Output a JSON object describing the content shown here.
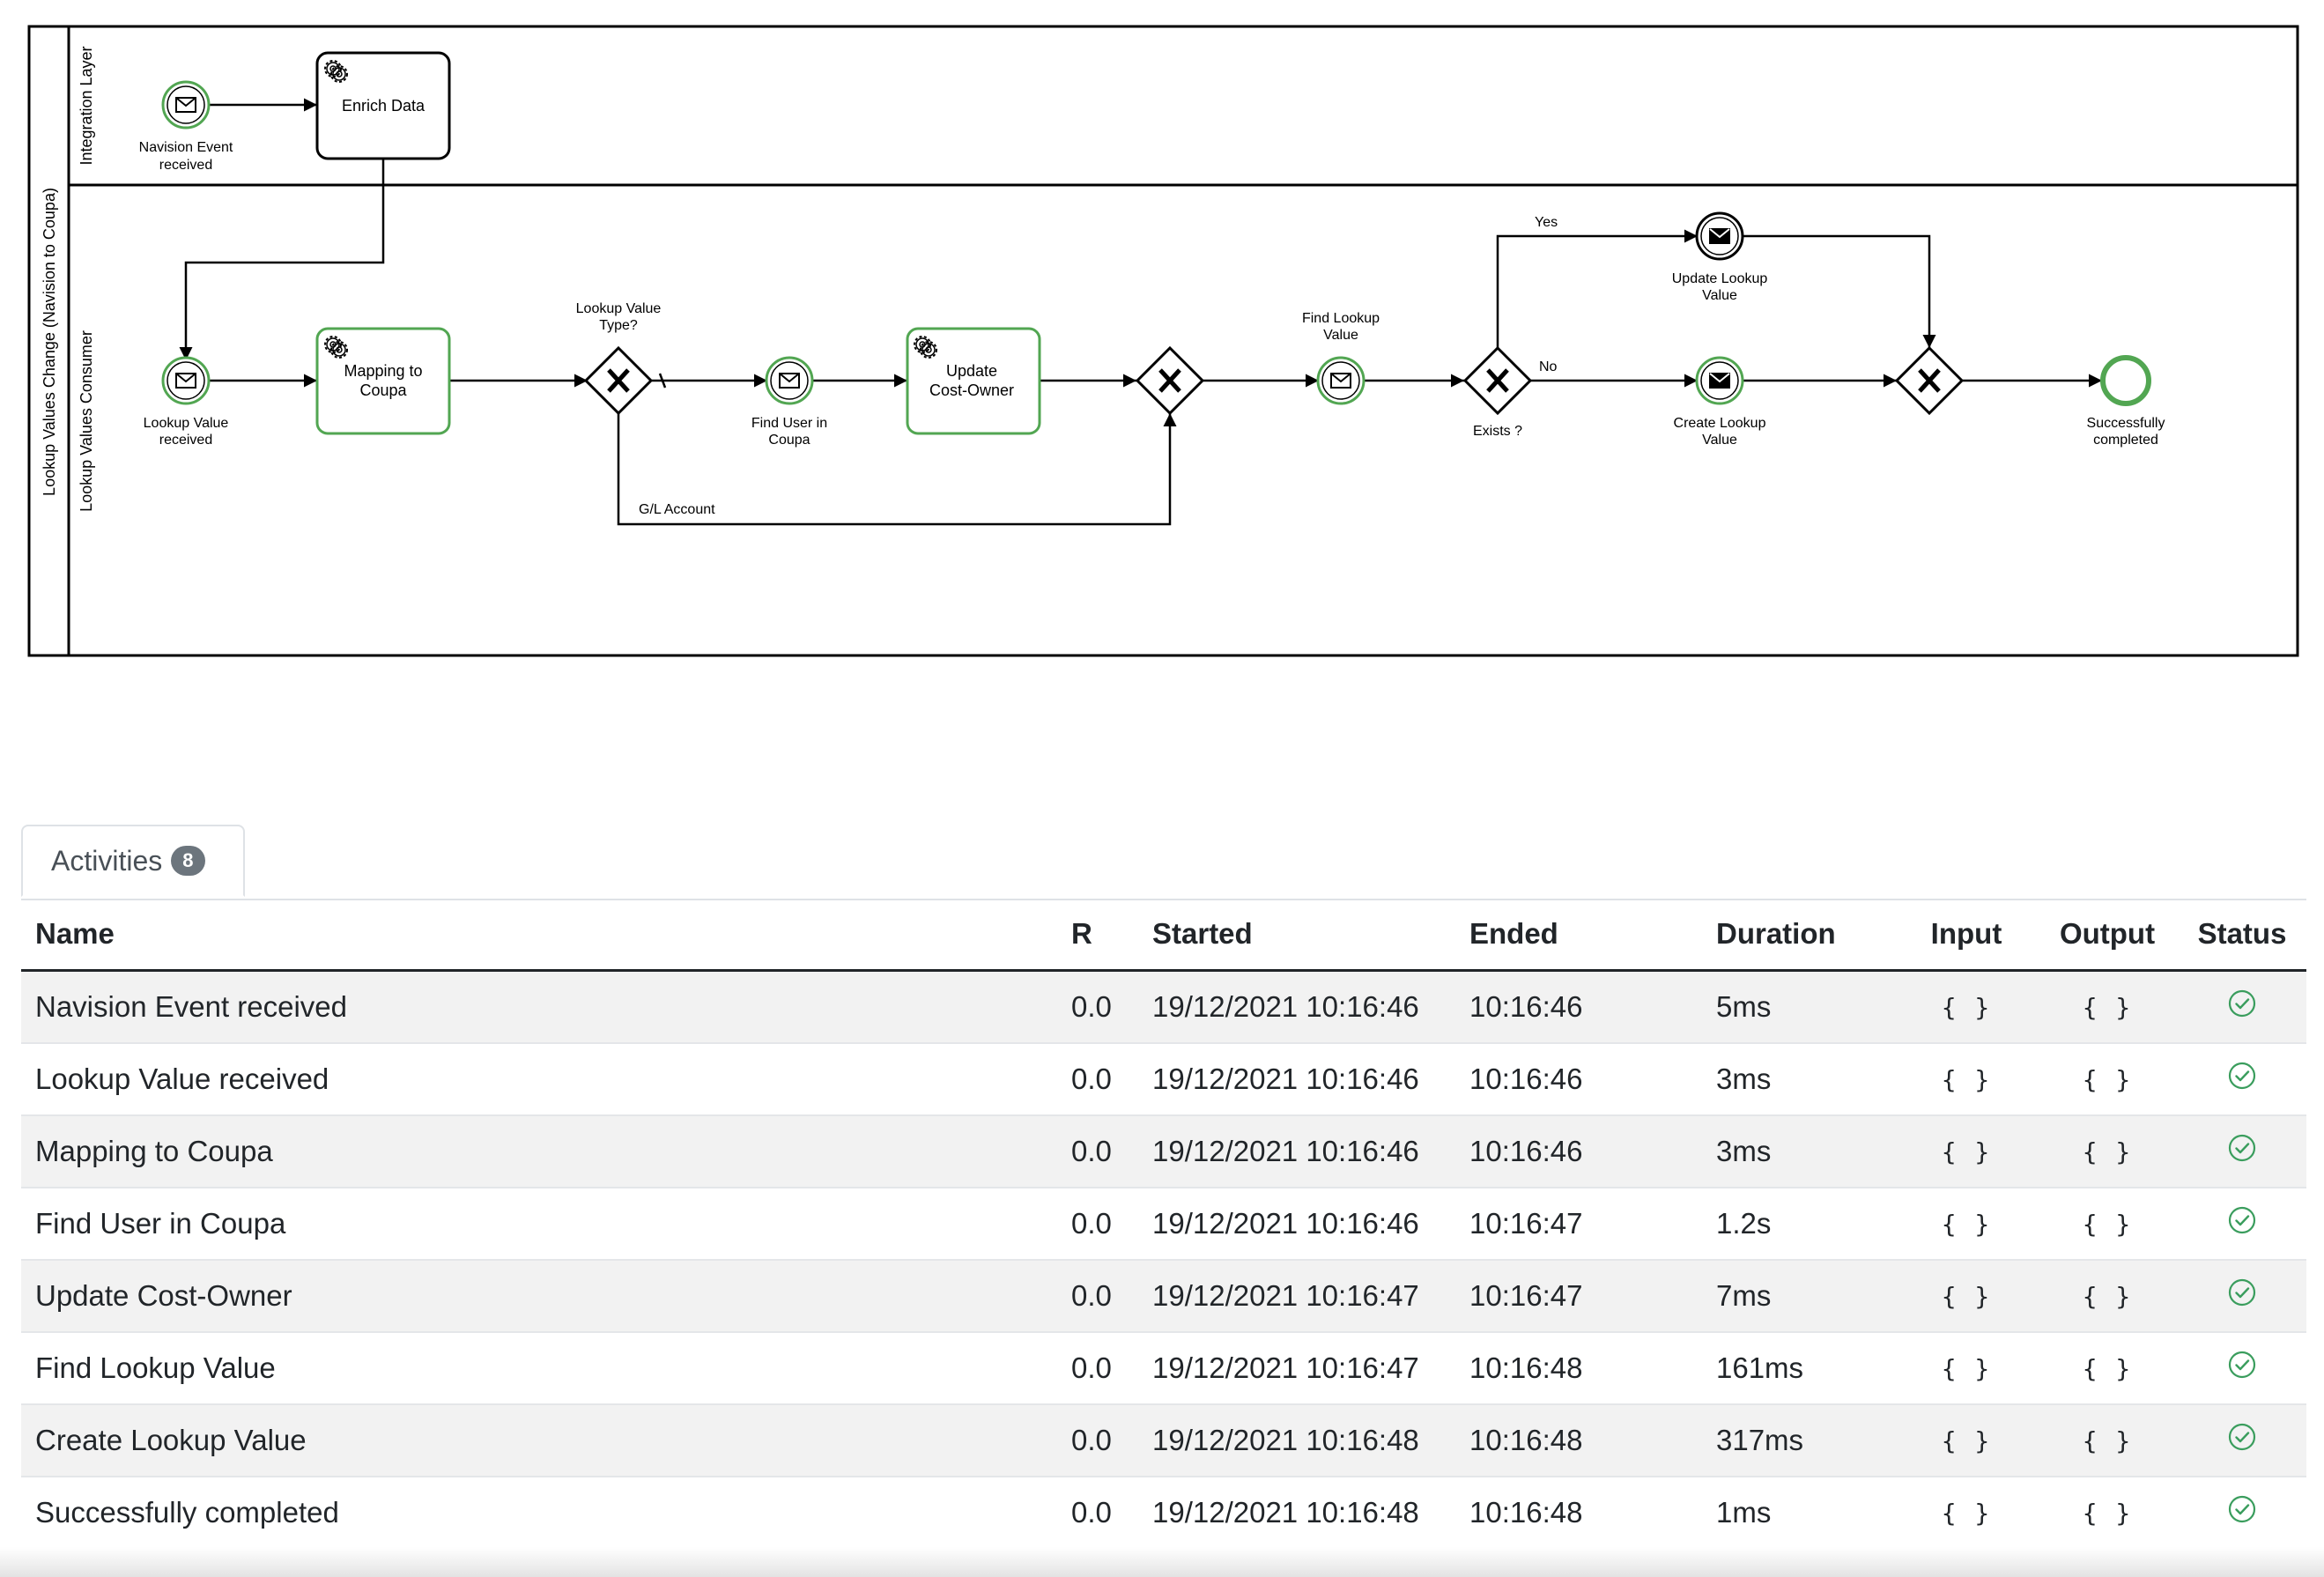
{
  "diagram": {
    "pool_label": "Lookup Values Change (Navision to Coupa)",
    "lanes": {
      "integration": "Integration Layer",
      "consumer": "Lookup Values Consumer"
    },
    "nodes": {
      "navision_event": [
        "Navision Event",
        "received"
      ],
      "enrich_data": [
        "Enrich Data"
      ],
      "lookup_value_received": [
        "Lookup Value",
        "received"
      ],
      "mapping_to_coupa": [
        "Mapping to",
        "Coupa"
      ],
      "gateway_type": [
        "Lookup Value",
        "Type?"
      ],
      "find_user": [
        "Find User in",
        "Coupa"
      ],
      "update_cost_owner": [
        "Update",
        "Cost-Owner"
      ],
      "find_lookup_value": [
        "Find Lookup",
        "Value"
      ],
      "exists_gateway": [
        "Exists ?"
      ],
      "update_lookup_value": [
        "Update Lookup",
        "Value"
      ],
      "create_lookup_value": [
        "Create Lookup",
        "Value"
      ],
      "successfully_completed": [
        "Successfully",
        "completed"
      ]
    },
    "flows": {
      "gl_account": "G/L Account",
      "yes": "Yes",
      "no": "No"
    },
    "colors": {
      "completed": "#52a652",
      "stroke": "#000000"
    }
  },
  "tabs": {
    "activities_label": "Activities",
    "activities_count": "8"
  },
  "table": {
    "headers": {
      "name": "Name",
      "r": "R",
      "started": "Started",
      "ended": "Ended",
      "duration": "Duration",
      "input": "Input",
      "output": "Output",
      "status": "Status"
    },
    "rows": [
      {
        "name": "Navision Event received",
        "r": "0.0",
        "started": "19/12/2021 10:16:46",
        "ended": "10:16:46",
        "duration": "5ms",
        "input": "{ }",
        "output": "{ }",
        "status": "completed"
      },
      {
        "name": "Lookup Value received",
        "r": "0.0",
        "started": "19/12/2021 10:16:46",
        "ended": "10:16:46",
        "duration": "3ms",
        "input": "{ }",
        "output": "{ }",
        "status": "completed"
      },
      {
        "name": "Mapping to Coupa",
        "r": "0.0",
        "started": "19/12/2021 10:16:46",
        "ended": "10:16:46",
        "duration": "3ms",
        "input": "{ }",
        "output": "{ }",
        "status": "completed"
      },
      {
        "name": "Find User in Coupa",
        "r": "0.0",
        "started": "19/12/2021 10:16:46",
        "ended": "10:16:47",
        "duration": "1.2s",
        "input": "{ }",
        "output": "{ }",
        "status": "completed"
      },
      {
        "name": "Update  Cost-Owner",
        "r": "0.0",
        "started": "19/12/2021 10:16:47",
        "ended": "10:16:47",
        "duration": "7ms",
        "input": "{ }",
        "output": "{ }",
        "status": "completed"
      },
      {
        "name": "Find Lookup Value",
        "r": "0.0",
        "started": "19/12/2021 10:16:47",
        "ended": "10:16:48",
        "duration": "161ms",
        "input": "{ }",
        "output": "{ }",
        "status": "completed"
      },
      {
        "name": "Create Lookup Value",
        "r": "0.0",
        "started": "19/12/2021 10:16:48",
        "ended": "10:16:48",
        "duration": "317ms",
        "input": "{ }",
        "output": "{ }",
        "status": "completed"
      },
      {
        "name": "Successfully completed",
        "r": "0.0",
        "started": "19/12/2021 10:16:48",
        "ended": "10:16:48",
        "duration": "1ms",
        "input": "{ }",
        "output": "{ }",
        "status": "completed"
      }
    ]
  }
}
